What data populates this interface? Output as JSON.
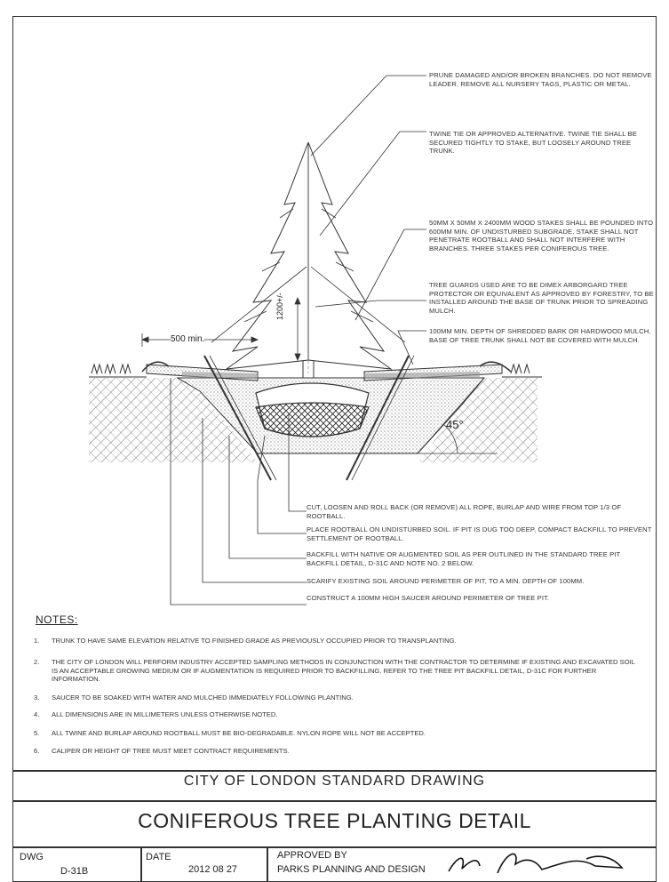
{
  "callouts": [
    "PRUNE DAMAGED AND/OR BROKEN BRANCHES.  DO NOT REMOVE LEADER.  REMOVE ALL NURSERY TAGS, PLASTIC OR METAL.",
    "TWINE TIE OR APPROVED ALTERNATIVE.  TWINE TIE SHALL BE SECURED TIGHTLY TO STAKE, BUT LOOSELY AROUND TREE TRUNK.",
    "50mm X 50mm X 2400mm WOOD STAKES SHALL BE POUNDED INTO 600mm MIN. OF UNDISTURBED SUBGRADE. STAKE SHALL NOT PENETRATE ROOTBALL AND SHALL NOT INTERFERE WITH BRANCHES.  THREE STAKES PER CONIFEROUS TREE.",
    "TREE GUARDS USED ARE TO BE  DIMEX ARBORGARD TREE PROTECTOR OR EQUIVALENT AS APPROVED BY FORESTRY, TO BE INSTALLED AROUND THE BASE OF TRUNK PRIOR TO SPREADING MULCH.",
    "100mm MIN. DEPTH OF SHREDDED BARK OR HARDWOOD MULCH.  BASE OF TREE TRUNK SHALL NOT BE COVERED WITH MULCH.",
    "CUT, LOOSEN AND ROLL BACK (OR REMOVE) ALL ROPE, BURLAP AND WIRE FROM TOP 1/3 OF ROOTBALL.",
    "PLACE ROOTBALL ON UNDISTURBED SOIL.  IF PIT IS DUG TOO DEEP, COMPACT BACKFILL TO PREVENT SETTLEMENT OF ROOTBALL.",
    "BACKFILL WITH NATIVE OR AUGMENTED SOIL AS PER OUTLINED IN THE STANDARD TREE PIT BACKFILL DETAIL, D-31C AND NOTE NO. 2 BELOW.",
    "SCARIFY EXISTING SOIL AROUND PERIMETER OF PIT, TO A MIN. DEPTH OF 100mm.",
    "CONSTRUCT A 100mm HIGH SAUCER AROUND PERIMETER OF TREE PIT."
  ],
  "dimensions": {
    "spread": "500 min.",
    "height": "1200+/-",
    "angle": "45°"
  },
  "notes": {
    "title": "NOTES:",
    "items": [
      {
        "num": "1.",
        "text": "TRUNK TO HAVE SAME ELEVATION RELATIVE TO FINISHED GRADE AS PREVIOUSLY OCCUPIED PRIOR TO TRANSPLANTING."
      },
      {
        "num": "2.",
        "text": "THE CITY OF LONDON WILL PERFORM INDUSTRY ACCEPTED SAMPLING METHODS IN CONJUNCTION WITH THE CONTRACTOR TO DETERMINE IF EXISTING AND EXCAVATED SOIL IS AN ACCEPTABLE GROWING MEDIUM OR IF AUGMENTATION IS REQUIRED PRIOR TO BACKFILLING.  REFER TO THE TREE PIT BACKFILL DETAIL, D-31C FOR FURTHER INFORMATION."
      },
      {
        "num": "3.",
        "text": "SAUCER TO BE SOAKED WITH WATER AND MULCHED IMMEDIATELY FOLLOWING PLANTING."
      },
      {
        "num": "4.",
        "text": "ALL DIMENSIONS ARE IN MILLIMETERS UNLESS OTHERWISE NOTED."
      },
      {
        "num": "5.",
        "text": "ALL TWINE AND BURLAP AROUND ROOTBALL MUST BE BIO-DEGRADABLE.  NYLON ROPE WILL NOT BE ACCEPTED."
      },
      {
        "num": "6.",
        "text": "CALIPER OR HEIGHT OF TREE MUST MEET CONTRACT REQUIREMENTS."
      }
    ]
  },
  "title_block": {
    "agency": "CITY  OF  LONDON  STANDARD  DRAWING",
    "title": "CONIFEROUS TREE PLANTING DETAIL",
    "dwg_label": "DWG",
    "dwg_value": "D-31B",
    "date_label": "DATE",
    "date_value": "2012  08  27",
    "approved_label": "APPROVED  BY",
    "approved_value": "PARKS PLANNING AND DESIGN"
  },
  "colors": {
    "ink": "#333333",
    "paper": "#ffffff"
  }
}
